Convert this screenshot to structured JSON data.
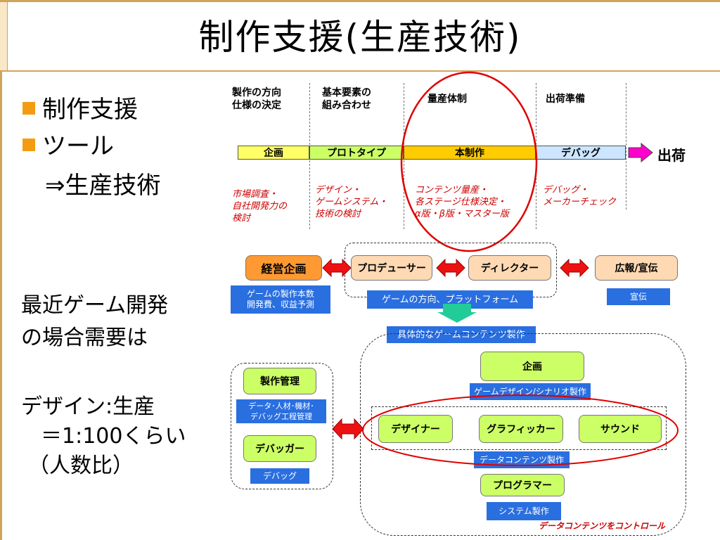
{
  "title": "制作支援(生産技術)",
  "bullets": [
    "制作支援",
    "ツール",
    "⇒生産技術"
  ],
  "side_text": {
    "line1": "最近ゲーム開発",
    "line2": "の場合需要は",
    "line3": "デザイン:生産",
    "line4": "＝1:100くらい",
    "line5": "（人数比）"
  },
  "phases": {
    "headers": [
      "製作の方向",
      "仕様の決定",
      "基本要素の",
      "組み合わせ",
      "量産体制",
      "出荷準備"
    ],
    "bars": [
      "企画",
      "プロトタイプ",
      "本制作",
      "デバッグ"
    ],
    "ship_label": "出荷",
    "notes": [
      [
        "市場調査・",
        "自社開発力の",
        "検討"
      ],
      [
        "デザイン・",
        "ゲームシステム・",
        "技術の検討"
      ],
      [
        "コンテンツ量産・",
        "各ステージ仕様決定・",
        "α版・β版・マスター版"
      ],
      [
        "デバッグ・",
        "メーカーチェック"
      ]
    ]
  },
  "org": {
    "keiei": "経営企画",
    "keiei_desc": [
      "ゲームの製作本数",
      "開発費、収益予測"
    ],
    "producer": "プロデューサー",
    "director": "ディレクター",
    "pr": "広報/宣伝",
    "pr_desc": "宣伝",
    "direction_desc": "ゲームの方向、プラットフォーム",
    "content_desc": "具体的なゲームコンテンツ製作",
    "kikaku": "企画",
    "kikaku_desc": "ゲームデザイン/シナリオ製作",
    "designer": "デザイナー",
    "graphicker": "グラフィッカー",
    "sound": "サウンド",
    "data_desc": "データコンテンツ製作",
    "programmer": "プログラマー",
    "system_desc": "システム製作",
    "control_note": "データコンテンツをコントロール",
    "mgmt": "製作管理",
    "mgmt_desc": [
      "データ･人材･機材･",
      "デバッグ工程管理"
    ],
    "debugger": "デバッガー",
    "debugger_desc": "デバッグ"
  },
  "colors": {
    "frame": "#cfa35a",
    "bullet": "#f39c12",
    "yellow_bar": "#ffff66",
    "green_bar": "#ccff66",
    "orange_bar": "#ffcc00",
    "blue_bar": "#cce6ff",
    "note_red": "#cc0000",
    "label_blue": "#2a6fe0",
    "ellipse_red": "#e00000"
  }
}
